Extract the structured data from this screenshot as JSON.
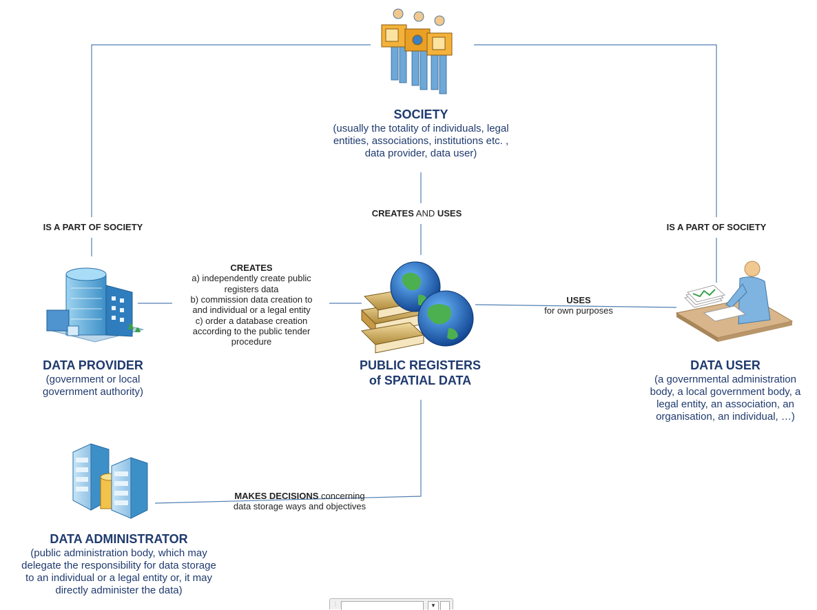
{
  "nodes": {
    "society": {
      "title": "SOCIETY",
      "desc": [
        "(usually the totality of individuals, legal",
        "entities, associations, institutions etc. ,",
        "data provider, data user)"
      ],
      "icon": "people-puzzle-icon"
    },
    "provider": {
      "title": "DATA PROVIDER",
      "desc": [
        "(government or local",
        "government authority)"
      ],
      "icon": "office-building-icon"
    },
    "registers": {
      "title_lines": [
        "PUBLIC REGISTERS",
        "of SPATIAL DATA"
      ],
      "icon": "books-globes-icon"
    },
    "user": {
      "title": "DATA USER",
      "desc": [
        "(a governmental administration",
        "body, a local government body, a",
        "legal entity, an association, an",
        "organisation, an individual, …)"
      ],
      "icon": "person-at-desk-icon"
    },
    "admin": {
      "title": "DATA ADMINISTRATOR",
      "desc": [
        "(public administration body, which may",
        "delegate the responsibility for data storage",
        "to an individual or a legal entity or, it may",
        "directly administer the data)"
      ],
      "icon": "servers-database-icon"
    }
  },
  "edges": {
    "provider_society": "IS A PART OF SOCIETY",
    "user_society": "IS A PART OF SOCIETY",
    "creates_and_uses": {
      "bold1": "CREATES",
      "plain": " AND ",
      "bold2": "USES"
    },
    "creates": {
      "title": "CREATES",
      "lines": [
        "a) independently  create public",
        "registers data",
        "b) commission  data creation to",
        "and individual or a legal entity",
        "c) order a database creation",
        "according to the  public tender",
        "procedure"
      ]
    },
    "uses": {
      "title": "USES",
      "sub": "for own purposes"
    },
    "makes_decisions": {
      "bold": "MAKES DECISIONS",
      "rest": " concerning",
      "line2": "data storage ways and objectives"
    }
  },
  "colors": {
    "title": "#1f3a6e",
    "connector": "#4f7fb2"
  }
}
